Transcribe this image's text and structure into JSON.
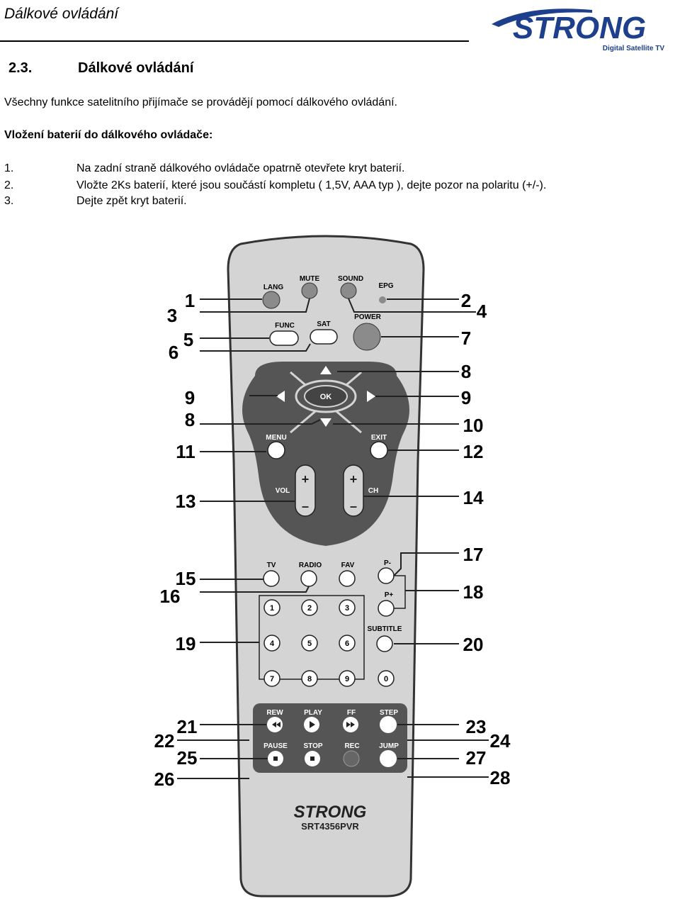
{
  "header": {
    "title": "Dálkové ovládání"
  },
  "logo": {
    "brand": "STRONG",
    "tagline": "Digital Satellite TV"
  },
  "section": {
    "number": "2.3.",
    "title": "Dálkové ovládání"
  },
  "intro": "Všechny funkce satelitního přijímače se provádějí pomocí dálkového ovládání.",
  "batteries": {
    "heading": "Vložení baterií do dálkového ovládače:",
    "steps": [
      {
        "num": "1.",
        "text": "Na zadní straně dálkového ovládače opatrně otevřete kryt baterií."
      },
      {
        "num": "2.",
        "text": "Vložte 2Ks baterií, které jsou součástí kompletu ( 1,5V, AAA typ ), dejte pozor na polaritu (+/-)."
      },
      {
        "num": "3.",
        "text": "Dejte zpět kryt baterií."
      }
    ]
  },
  "remote": {
    "colors": {
      "body": "#d4d4d4",
      "outline": "#333333",
      "nav_pad": "#555555",
      "button_light": "#ffffff",
      "button_red": "#8b8b8b"
    },
    "top_buttons": [
      "LANG",
      "MUTE",
      "SOUND",
      "EPG"
    ],
    "row2": [
      "FUNC",
      "SAT",
      "POWER"
    ],
    "ok": "OK",
    "menu": "MENU",
    "exit": "EXIT",
    "vol": "VOL",
    "ch": "CH",
    "plus": "+",
    "minus": "–",
    "row_tv": [
      "TV",
      "RADIO",
      "FAV",
      "P-"
    ],
    "pplus": "P+",
    "digits": [
      "1",
      "2",
      "3",
      "4",
      "5",
      "6",
      "7",
      "8",
      "9",
      "0"
    ],
    "subtitle": "SUBTITLE",
    "row_pvr1": [
      "REW",
      "PLAY",
      "FF",
      "STEP"
    ],
    "row_pvr2": [
      "PAUSE",
      "STOP",
      "REC",
      "JUMP"
    ],
    "brand": "STRONG",
    "model": "SRT4356PVR",
    "callouts_left": [
      "1",
      "3",
      "5",
      "6",
      "9",
      "8",
      "11",
      "13",
      "15",
      "16",
      "19",
      "21",
      "22",
      "25",
      "26"
    ],
    "callouts_right": [
      "2",
      "4",
      "7",
      "8",
      "9",
      "10",
      "12",
      "14",
      "17",
      "18",
      "20",
      "23",
      "24",
      "27",
      "28"
    ]
  }
}
